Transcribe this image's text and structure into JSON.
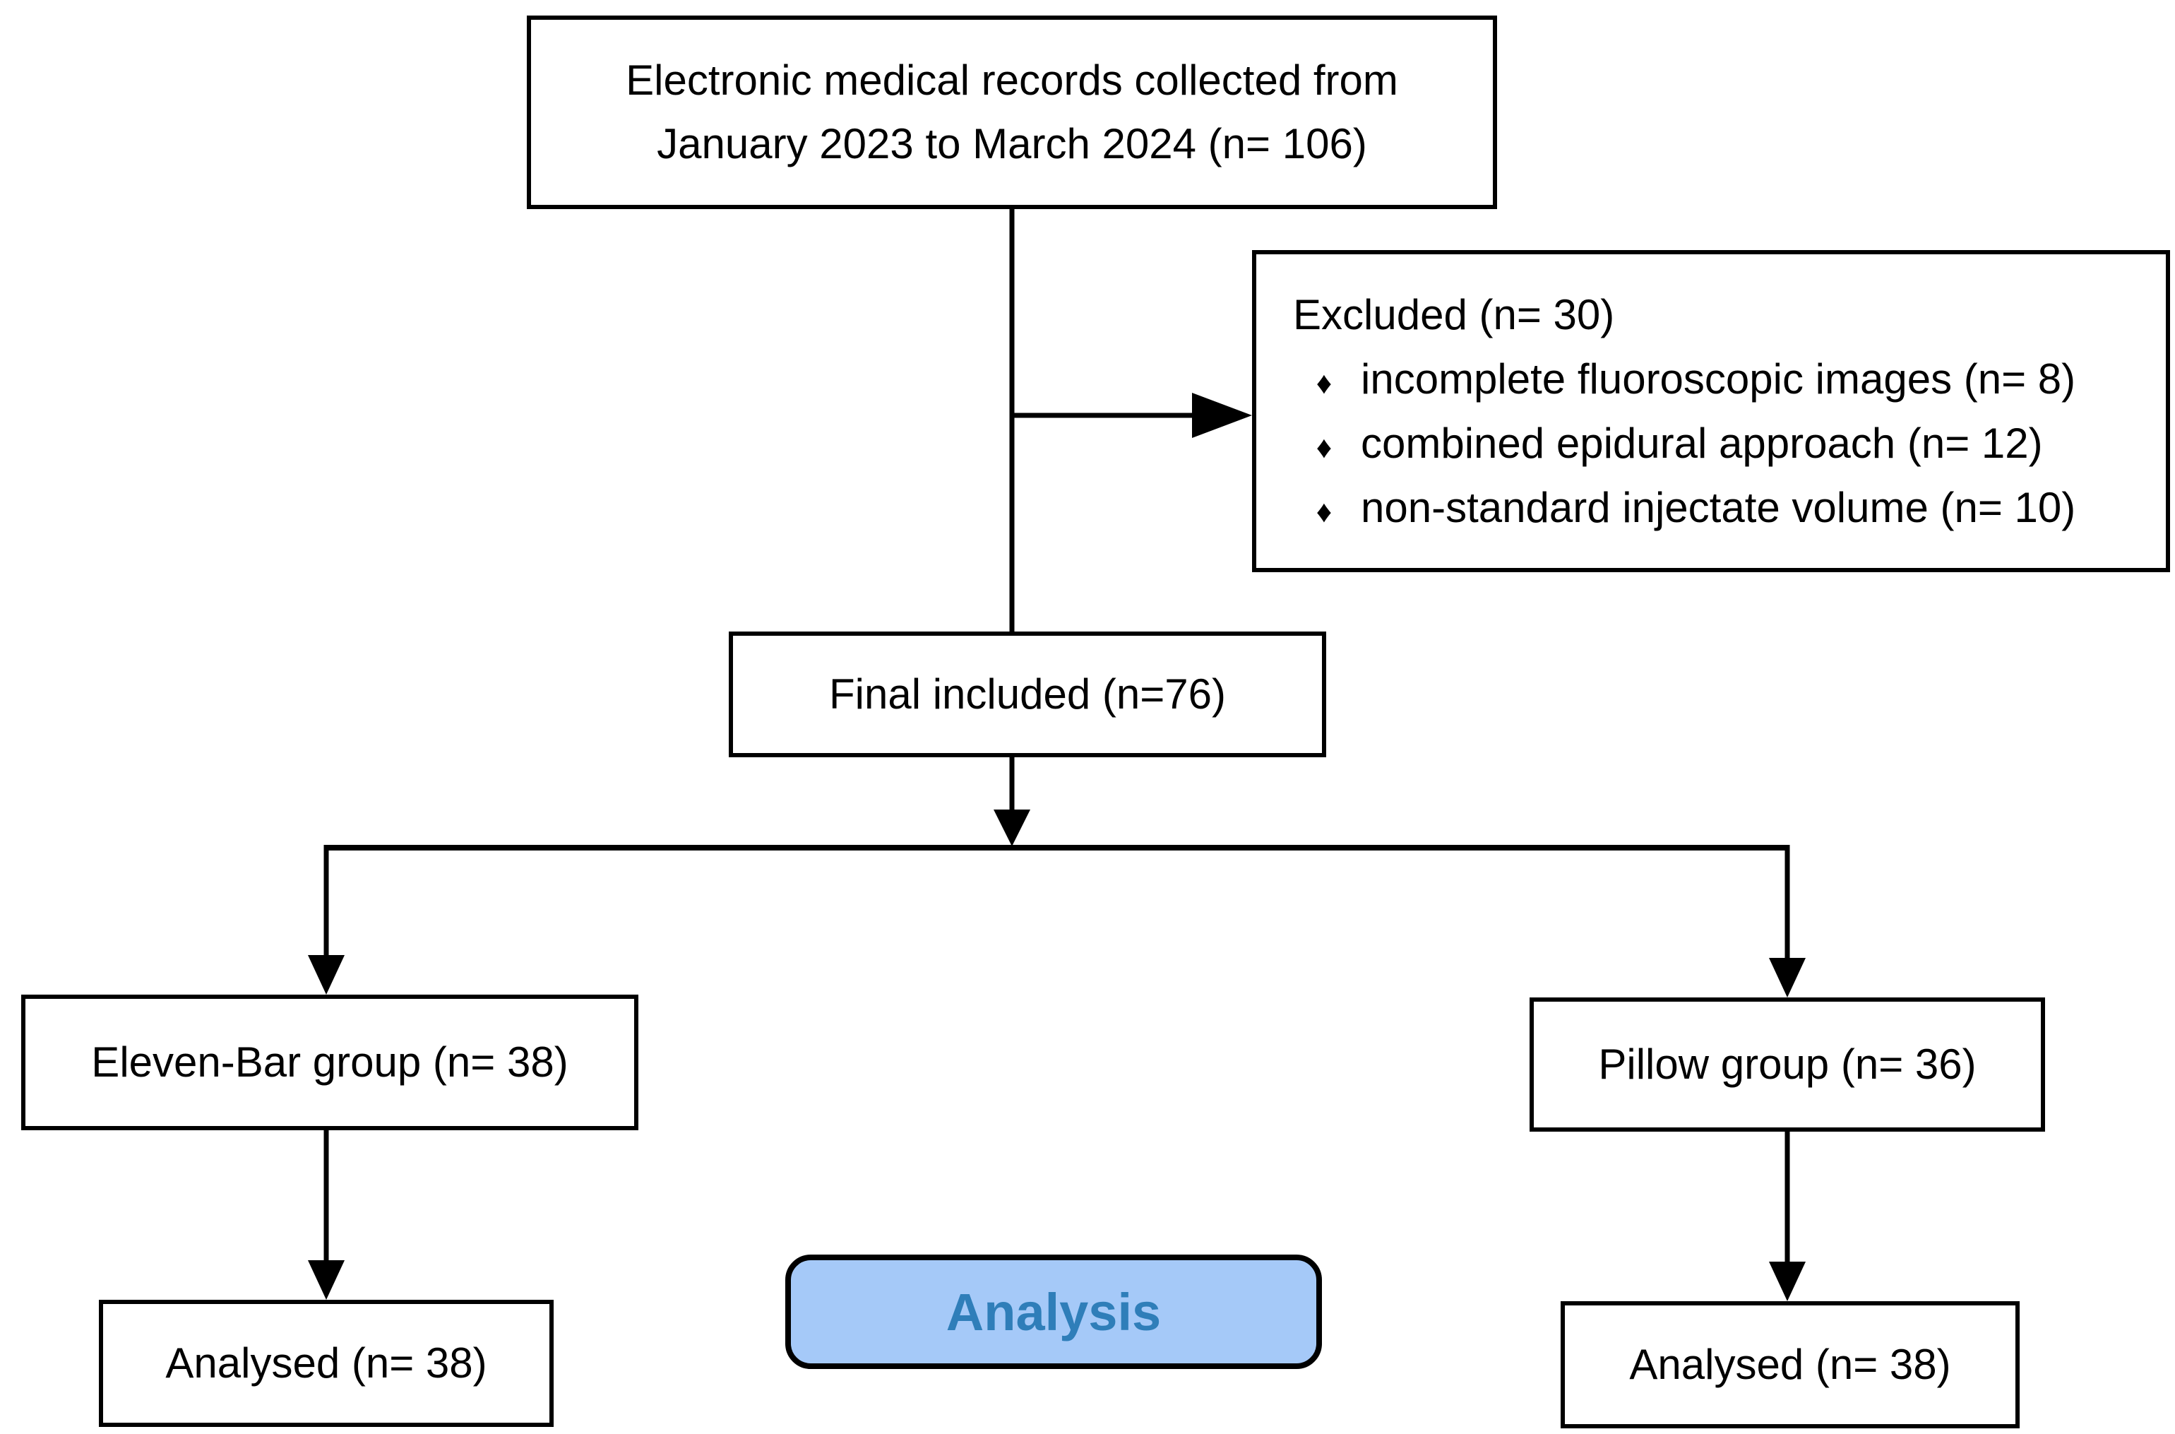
{
  "diagram": {
    "type": "flowchart",
    "nodes": {
      "source": {
        "label": "Electronic medical records collected from January 2023 to March 2024 (n= 106)"
      },
      "excluded": {
        "heading": "Excluded (n= 30)",
        "items": [
          "incomplete fluoroscopic images (n= 8)",
          "combined epidural approach (n= 12)",
          "non-standard injectate volume (n= 10)"
        ]
      },
      "final_included": {
        "label": "Final included (n=76)"
      },
      "group_left": {
        "label": "Eleven-Bar group (n= 38)"
      },
      "group_right": {
        "label": "Pillow group (n= 36)"
      },
      "analysed_left": {
        "label": "Analysed (n= 38)"
      },
      "analysed_right": {
        "label": "Analysed (n= 38)"
      },
      "analysis": {
        "label": "Analysis"
      }
    },
    "edges": [
      {
        "from": "source",
        "to": "final_included"
      },
      {
        "from": "source",
        "to": "excluded"
      },
      {
        "from": "final_included",
        "to": "group_left"
      },
      {
        "from": "final_included",
        "to": "group_right"
      },
      {
        "from": "group_left",
        "to": "analysed_left"
      },
      {
        "from": "group_right",
        "to": "analysed_right"
      }
    ],
    "icons": {
      "diamond_bullet": "♦"
    },
    "colors": {
      "line": "#000000",
      "box_background": "#FFFFFF",
      "box_border": "#000000",
      "analysis_fill": "#A5C9F8",
      "analysis_border": "#000000",
      "analysis_text": "#2F7EB9"
    }
  }
}
